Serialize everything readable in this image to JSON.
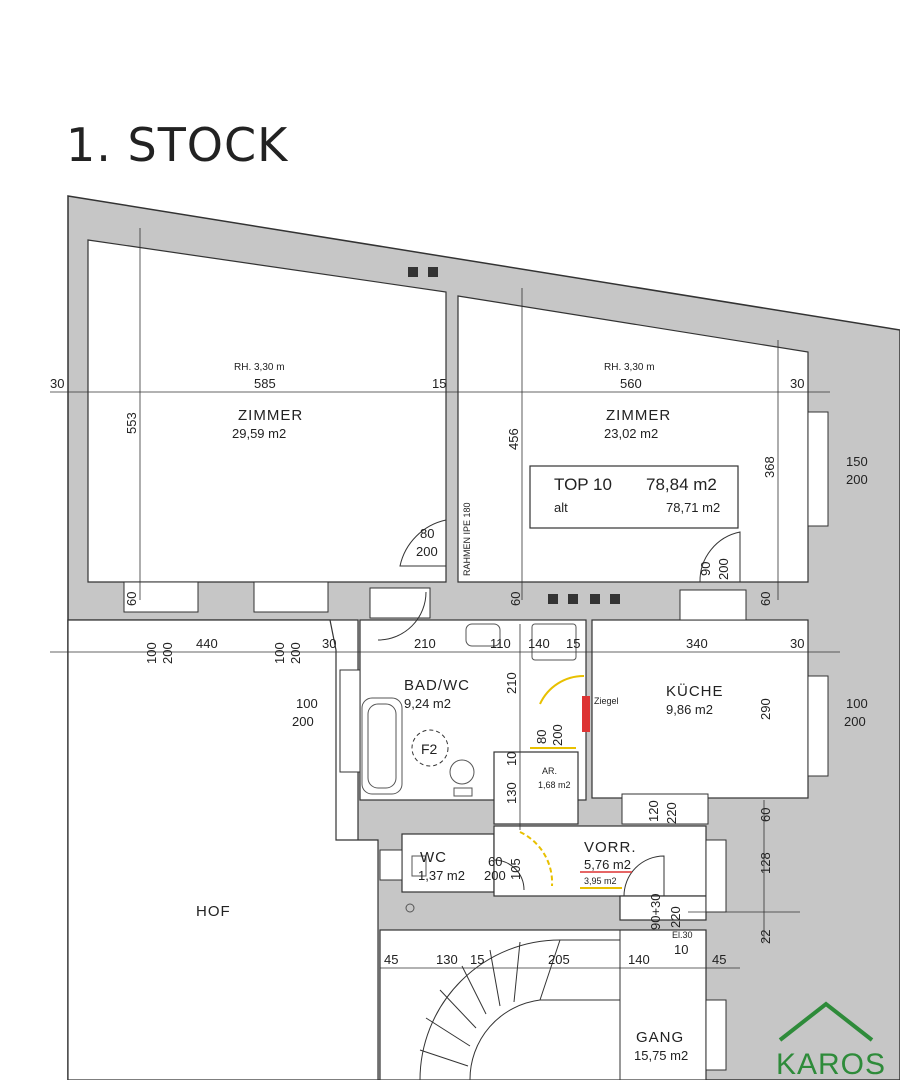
{
  "title": "1. STOCK",
  "top": {
    "label": "TOP 10",
    "area": "78,84 m2",
    "alt_label": "alt",
    "alt_area": "78,71 m2"
  },
  "rooms": [
    {
      "id": "zimmer1",
      "name": "ZIMMER",
      "area": "29,59 m2",
      "height": "RH. 3,30 m"
    },
    {
      "id": "zimmer2",
      "name": "ZIMMER",
      "area": "23,02 m2",
      "height": "RH. 3,30 m"
    },
    {
      "id": "bad",
      "name": "BAD/WC",
      "area": "9,24 m2"
    },
    {
      "id": "kueche",
      "name": "KÜCHE",
      "area": "9,86 m2"
    },
    {
      "id": "ar",
      "name": "AR.",
      "area": "1,68 m2"
    },
    {
      "id": "wc",
      "name": "WC",
      "area": "1,37 m2"
    },
    {
      "id": "vorr",
      "name": "VORR.",
      "area": "5,76 m2",
      "area_alt": "3,95 m2"
    },
    {
      "id": "gang",
      "name": "GANG",
      "area": "15,75 m2"
    },
    {
      "id": "hof",
      "name": "HOF"
    }
  ],
  "labels": {
    "ziegel": "Ziegel",
    "rahmen": "RAHMEN IPE 180",
    "f2": "F2",
    "el": "El.30",
    "el_num": "10"
  },
  "dimensions": {
    "d30a": "30",
    "d585": "585",
    "d15a": "15",
    "d560": "560",
    "d30b": "30",
    "d553": "553",
    "d456": "456",
    "d368": "368",
    "win_right_w": "150",
    "win_right_h": "200",
    "door80_w": "80",
    "door80_h": "200",
    "door90_w": "90",
    "door90_h": "200",
    "d60a": "60",
    "d60b": "60",
    "d60c": "60",
    "d100a": "100",
    "d200a": "200",
    "d440": "440",
    "d100b": "100",
    "d200b": "200",
    "d30c": "30",
    "d210a": "210",
    "d110": "110",
    "d140a": "140",
    "d15b": "15",
    "d340": "340",
    "d30d": "30",
    "win_bad_w": "100",
    "win_bad_h": "200",
    "win_kue_w": "100",
    "win_kue_h": "200",
    "d210b": "210",
    "d290": "290",
    "door_ar_w": "80",
    "door_ar_h": "200",
    "d10": "10",
    "d130": "130",
    "d120": "120",
    "d220a": "220",
    "d60d": "60",
    "wc_door_w": "60",
    "wc_door_h": "200",
    "d105": "105",
    "d128": "128",
    "d90_30": "90+30",
    "d220b": "220",
    "d22": "22",
    "d45a": "45",
    "d130b": "130",
    "d15c": "15",
    "d205": "205",
    "d140b": "140",
    "d45b": "45"
  },
  "logo": {
    "text": "KAROS"
  }
}
